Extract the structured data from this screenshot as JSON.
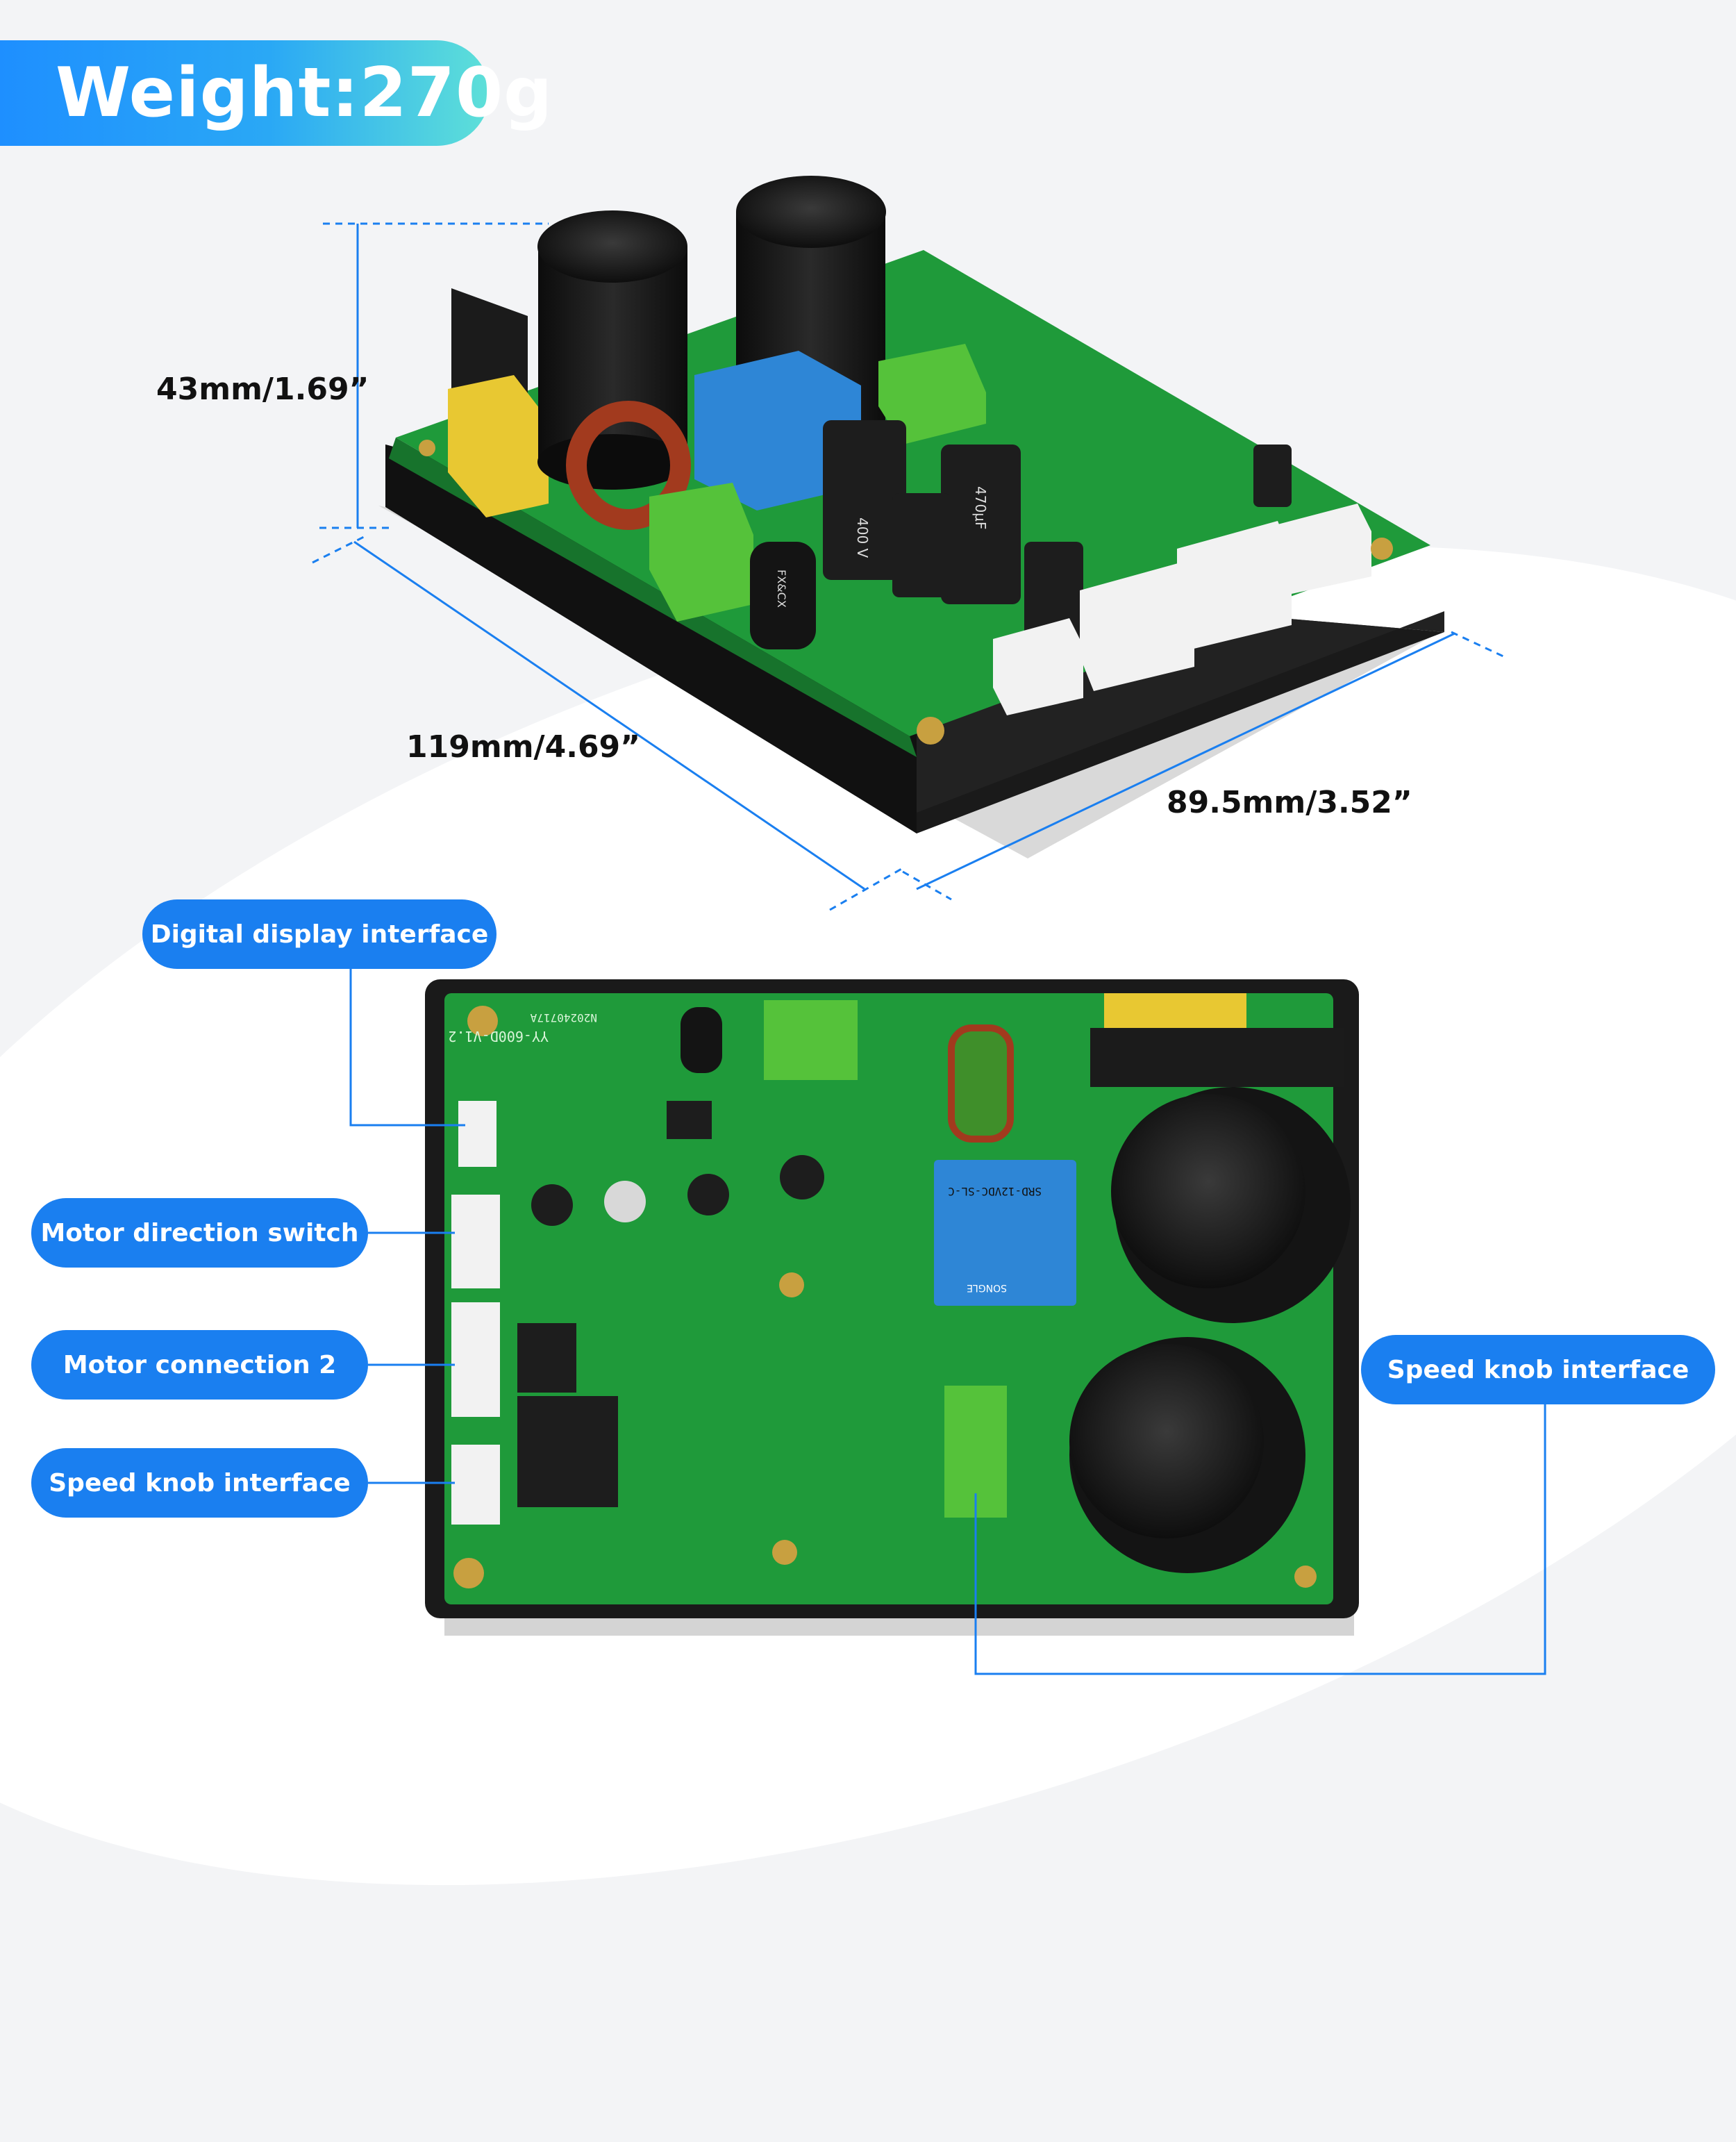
{
  "badge": {
    "weight": "Weight:270g"
  },
  "dimensions": {
    "height": "43mm/1.69”",
    "length": "119mm/4.69”",
    "width": "89.5mm/3.52”"
  },
  "callouts": {
    "digital_display": "Digital display interface",
    "motor_direction": "Motor direction switch",
    "motor_connection": "Motor connection 2",
    "speed_knob_left": "Speed knob interface",
    "speed_knob_right": "Speed knob interface"
  },
  "board_markings": {
    "model": "YY-600D-V1.2",
    "date_code": "N20240717A",
    "cap_voltage": "400 V",
    "cap_rating": "470μF",
    "relay": "SRD-12VDC-SL-C",
    "relay_brand": "SONGLE",
    "inductor": "FX&CX"
  },
  "colors": {
    "accent_blue": "#1a7ff0",
    "pcb_green": "#1f9a3a",
    "capacitor_black": "#151515"
  }
}
